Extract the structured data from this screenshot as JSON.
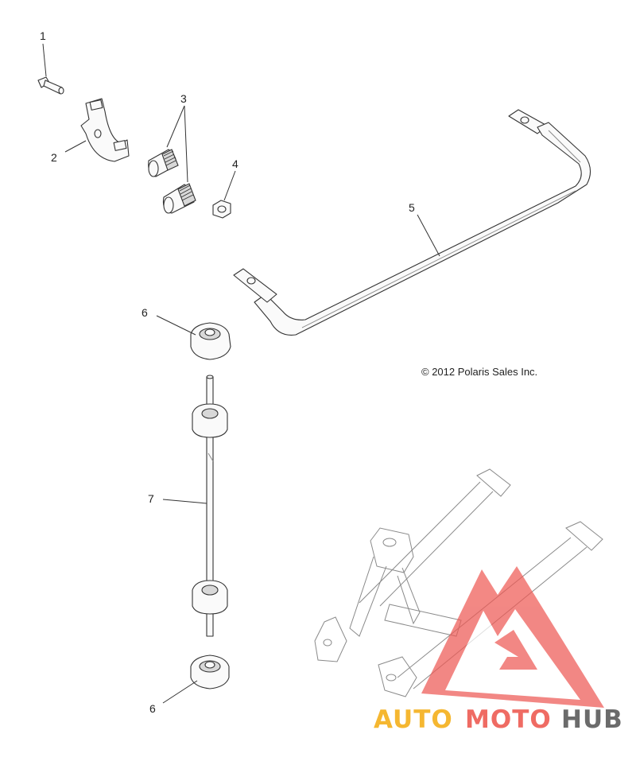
{
  "diagram": {
    "callouts": [
      {
        "id": "c1",
        "label": "1"
      },
      {
        "id": "c2",
        "label": "2"
      },
      {
        "id": "c3",
        "label": "3"
      },
      {
        "id": "c4",
        "label": "4"
      },
      {
        "id": "c5",
        "label": "5"
      },
      {
        "id": "c6a",
        "label": "6"
      },
      {
        "id": "c6b",
        "label": "6"
      },
      {
        "id": "c7",
        "label": "7"
      }
    ],
    "copyright": "© 2012 Polaris Sales Inc."
  },
  "watermark": {
    "word_auto": "AUTO",
    "word_moto": "MOTO",
    "word_hub": "HUB",
    "colors": {
      "auto": "#f5b731",
      "moto": "#ef6b63",
      "hub": "#6b6b6b",
      "logo": "#ee5a55"
    }
  },
  "parts": [
    {
      "number": "1",
      "icon": "bolt-icon"
    },
    {
      "number": "2",
      "icon": "bracket-clamp-icon"
    },
    {
      "number": "3",
      "icon": "bushing-icon"
    },
    {
      "number": "4",
      "icon": "nut-icon"
    },
    {
      "number": "5",
      "icon": "stabilizer-bar-icon"
    },
    {
      "number": "6",
      "icon": "rubber-grommet-icon"
    },
    {
      "number": "7",
      "icon": "link-rod-icon"
    }
  ]
}
